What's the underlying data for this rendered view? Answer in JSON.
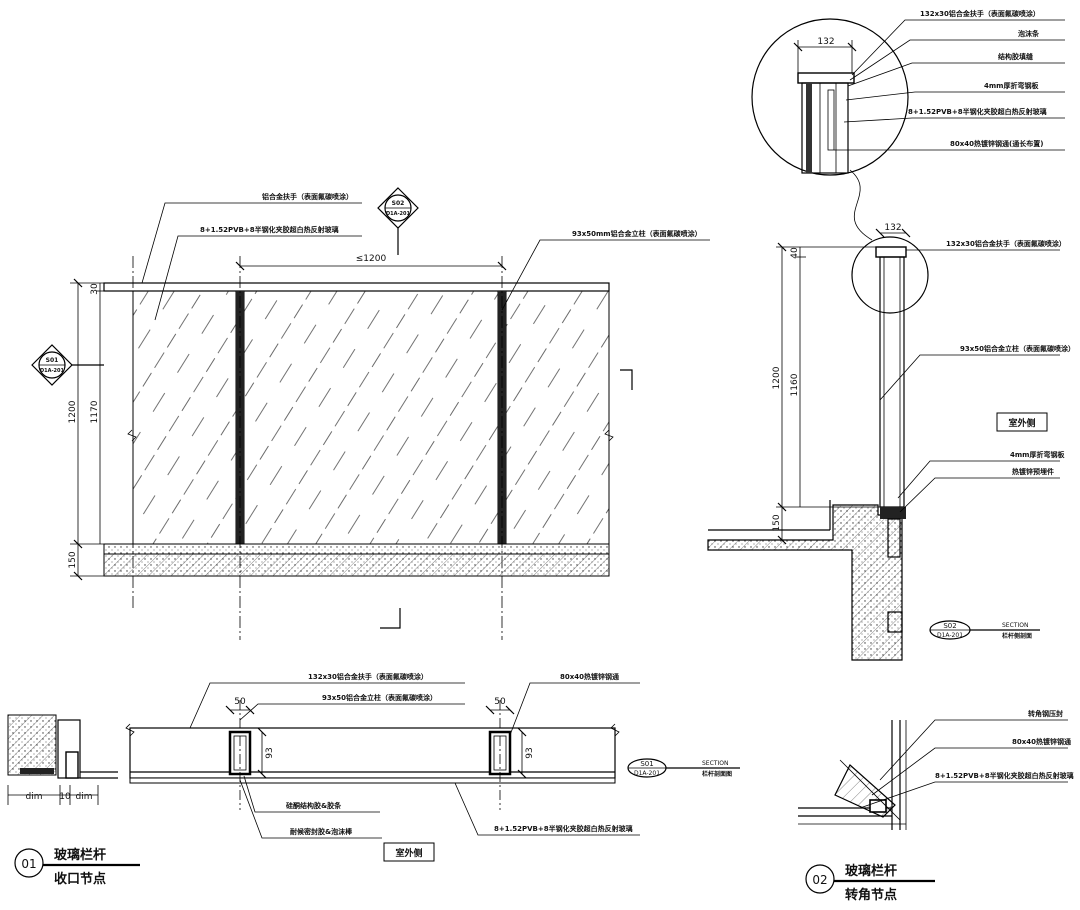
{
  "elevation": {
    "dim_width": "≤1200",
    "dim_total_height": "1200",
    "dim_glass_height": "1170",
    "dim_base": "150",
    "dim_top": "30",
    "labels": {
      "handrail": "铝合金扶手（表面氟碳喷涂）",
      "glass": "8+1.52PVB+8半钢化夹胶超白热反射玻璃",
      "post": "93x50mm铝合金立柱（表面氟碳喷涂）"
    },
    "callout_s02": {
      "num": "S02",
      "ref": "D1A-201"
    },
    "callout_s01": {
      "num": "S01",
      "ref": "D1A-201"
    }
  },
  "section": {
    "dim_top_width": "132",
    "dim_total": "1200",
    "dim_glass": "1160",
    "dim_small": "40",
    "dim_base": "150",
    "side_label": "室外侧",
    "labels": {
      "handrail": "132x30铝合金扶手（表面氟碳喷涂）",
      "post": "93x50铝合金立柱（表面氟碳喷涂）",
      "plate": "4mm厚折弯钢板",
      "embed": "热镀锌预埋件"
    },
    "detail": {
      "dim_width": "132",
      "labels": [
        "132x30铝合金扶手（表面氟碳喷涂）",
        "泡沫条",
        "结构胶填缝",
        "4mm厚折弯钢板",
        "8+1.52PVB+8半钢化夹胶超白热反射玻璃",
        "80x40热镀锌钢通(通长布置)"
      ]
    },
    "tag": {
      "num": "S02",
      "ref": "D1A-201",
      "title": "SECTION",
      "sub": "栏杆侧剖面"
    }
  },
  "plan": {
    "dim_post_width_1": "50",
    "dim_post_width_2": "50",
    "dim_post_depth_1": "93",
    "dim_post_depth_2": "93",
    "side_label": "室外侧",
    "labels": {
      "handrail": "132x30铝合金扶手（表面氟碳喷涂）",
      "post": "93x50铝合金立柱（表面氟碳喷涂）",
      "steel": "80x40热镀锌钢通",
      "silicone": "硅酮结构胶&胶条",
      "sealant": "耐候密封胶&泡沫棒",
      "glass": "8+1.52PVB+8半钢化夹胶超白热反射玻璃"
    },
    "tag": {
      "num": "S01",
      "ref": "D1A-201",
      "title": "SECTION",
      "sub": "栏杆剖面图"
    }
  },
  "detail01": {
    "num": "01",
    "title1": "玻璃栏杆",
    "title2": "收口节点",
    "dims": [
      "dim",
      "10",
      "dim"
    ]
  },
  "detail02": {
    "num": "02",
    "title1": "玻璃栏杆",
    "title2": "转角节点",
    "labels": [
      "转角钢压封",
      "80x40热镀锌钢通",
      "8+1.52PVB+8半钢化夹胶超白热反射玻璃"
    ]
  }
}
